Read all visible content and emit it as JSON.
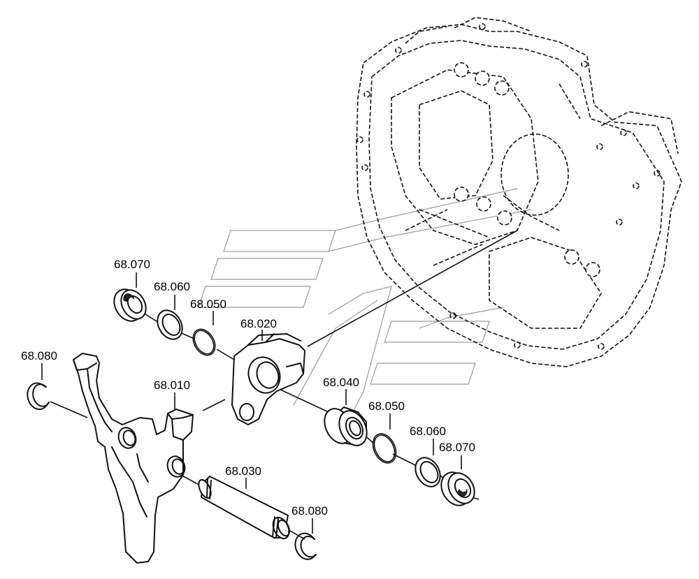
{
  "labels": {
    "p068_070_a": "68.070",
    "p068_060_a": "68.060",
    "p068_050_a": "68.050",
    "p068_020": "68.020",
    "p068_080_a": "68.080",
    "p068_010": "68.010",
    "p068_040": "68.040",
    "p068_050_b": "68.050",
    "p068_060_b": "68.060",
    "p068_070_b": "68.070",
    "p068_030": "68.030",
    "p068_080_b": "68.080"
  },
  "colors": {
    "ink": "#111111",
    "watermark": "#9a9a9a",
    "background": "#ffffff"
  }
}
